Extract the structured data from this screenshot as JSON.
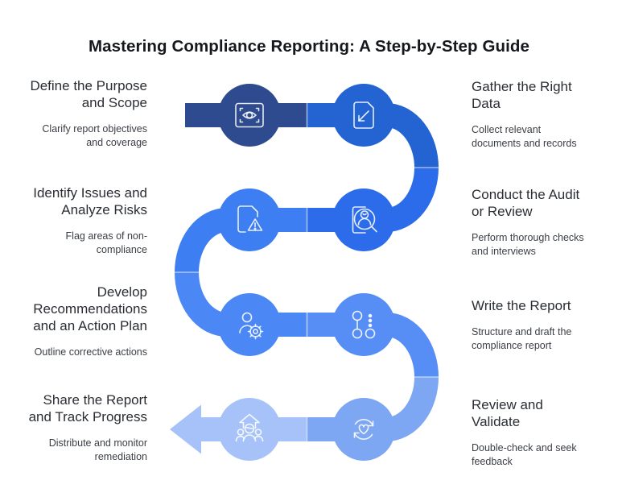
{
  "title": "Mastering Compliance Reporting: A Step-by-Step Guide",
  "background": "#ffffff",
  "steps": [
    {
      "heading": "Define the Purpose\nand Scope",
      "description": "Clarify report objectives\nand coverage",
      "icon": "scan-eye-icon",
      "color": "#2d4b8e",
      "side": "left"
    },
    {
      "heading": "Gather the Right\nData",
      "description": "Collect relevant\ndocuments and records",
      "icon": "document-import-icon",
      "color": "#2363d2",
      "side": "right"
    },
    {
      "heading": "Conduct the Audit\nor Review",
      "description": "Perform thorough checks\nand interviews",
      "icon": "id-search-icon",
      "color": "#2c6ceb",
      "side": "right"
    },
    {
      "heading": "Identify Issues and\nAnalyze Risks",
      "description": "Flag areas of non-\ncompliance",
      "icon": "document-warning-icon",
      "color": "#3d7ef2",
      "side": "left"
    },
    {
      "heading": "Develop\nRecommendations\nand an Action Plan",
      "description": "Outline corrective actions",
      "icon": "user-gear-icon",
      "color": "#4c88f5",
      "side": "left"
    },
    {
      "heading": "Write the Report",
      "description": "Structure and draft the\ncompliance report",
      "icon": "timeline-icon",
      "color": "#568ef6",
      "side": "right"
    },
    {
      "heading": "Review and\nValidate",
      "description": "Double-check and seek\nfeedback",
      "icon": "refresh-heart-icon",
      "color": "#7da6f3",
      "side": "right"
    },
    {
      "heading": "Share the Report\nand Track Progress",
      "description": "Distribute and monitor\nremediation",
      "icon": "team-growth-icon",
      "color": "#a6c2f8",
      "side": "left"
    }
  ]
}
